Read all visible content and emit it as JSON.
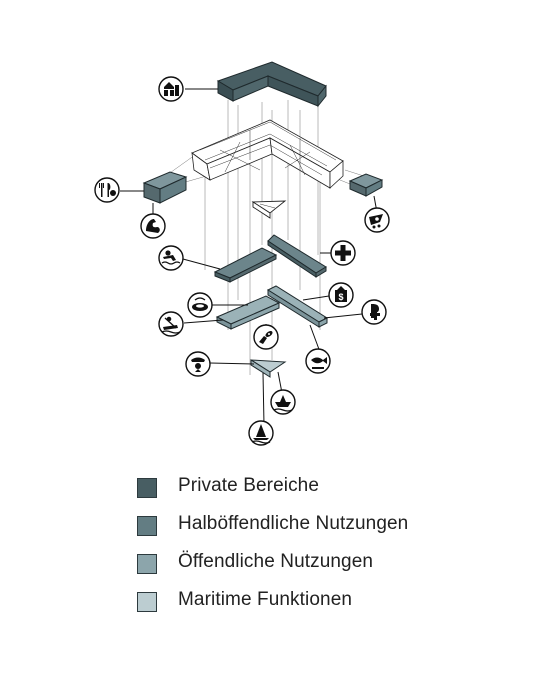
{
  "legend": {
    "items": [
      {
        "label": "Private Bereiche",
        "color": "#485e63"
      },
      {
        "label": "Halböffendliche Nutzungen",
        "color": "#637d83"
      },
      {
        "label": "Öffendliche Nutzungen",
        "color": "#8ca5ab"
      },
      {
        "label": "Maritime Funktionen",
        "color": "#bccdd1"
      }
    ]
  },
  "colors": {
    "private": "#485e63",
    "semi_public": "#637d83",
    "public": "#8ca5ab",
    "maritime": "#bccdd1",
    "outline": "#1f2a2d"
  },
  "icons": [
    "housing-icon",
    "restaurant-icon",
    "fitness-icon",
    "shop-icon",
    "swimming-icon",
    "medical-cross-icon",
    "pharmacy-icon",
    "bank-icon",
    "food-bowl-icon",
    "rowing-icon",
    "diving-icon",
    "fish-icon",
    "sailor-icon",
    "sailing-boat-icon",
    "paper-boat-icon",
    "windsurf-icon"
  ]
}
